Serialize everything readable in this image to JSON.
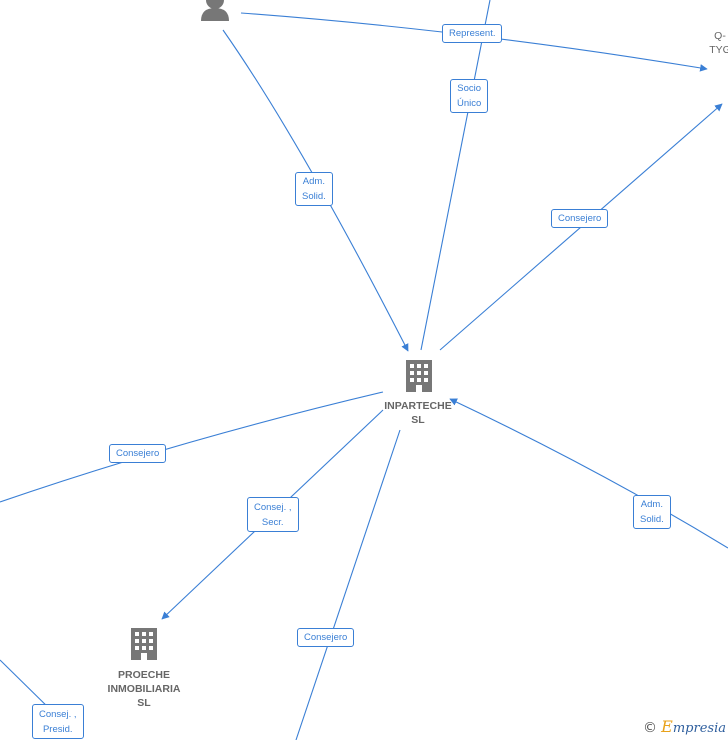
{
  "nodes": {
    "center": {
      "label": "INPARTECHE\nSL",
      "icon": "building-icon"
    },
    "proeche": {
      "label": "PROECHE\nINMOBILIARIA\nSL",
      "icon": "building-icon"
    },
    "person_top": {
      "icon": "person-icon"
    },
    "right_company": {
      "label": "Q-\nTYG"
    }
  },
  "edges": [
    {
      "id": "represent",
      "label": "Represent."
    },
    {
      "id": "socio-unico",
      "label": "Socio\nÚnico"
    },
    {
      "id": "adm-solid-top",
      "label": "Adm.\nSolid."
    },
    {
      "id": "consejero-top-right",
      "label": "Consejero"
    },
    {
      "id": "consejero-left",
      "label": "Consejero"
    },
    {
      "id": "consej-secr",
      "label": "Consej. ,\nSecr."
    },
    {
      "id": "adm-solid-right",
      "label": "Adm.\nSolid."
    },
    {
      "id": "consejero-bottom",
      "label": "Consejero"
    },
    {
      "id": "consej-presid",
      "label": "Consej. ,\nPresid."
    }
  ],
  "watermark": {
    "copyright": "©",
    "brand_initial": "E",
    "brand_rest": "mpresia"
  },
  "colors": {
    "edge": "#3a7fd5",
    "node_icon": "#777777",
    "node_label": "#666666"
  }
}
